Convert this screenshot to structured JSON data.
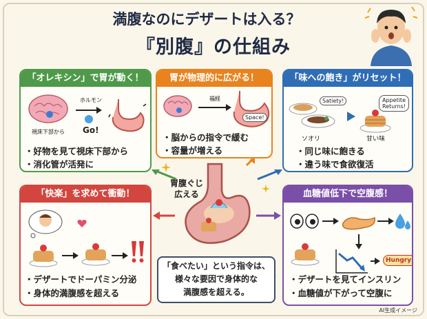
{
  "title": {
    "line1": "満腹なのにデザートは入る？",
    "line2": "『別腹』の仕組み"
  },
  "panels": {
    "orexin": {
      "header": "「オレキシン」で胃が動く！",
      "labels": {
        "hormone": "ホルモン",
        "go": "Go!",
        "hypothalamus": "視床下部から"
      },
      "bullets": [
        "・好物を見て視床下部から",
        "・消化管が活発に"
      ]
    },
    "physical": {
      "header": "胃が物理的に広がる！",
      "labels": {
        "nerve": "福経",
        "space": "Space!"
      },
      "bullets": [
        "・脳からの指令で緩む",
        "・容量が増える"
      ]
    },
    "taste": {
      "header": "「味への飽き」がリセット！",
      "labels": {
        "satiety": "Satiety!",
        "appetite": "Appetite Returns!",
        "salty": "ソオリ",
        "sweet": "甘い味"
      },
      "bullets": [
        "・同じ味に飽きる",
        "・違う味で食欲復活"
      ]
    },
    "pleasure": {
      "header": "「快楽」を求めて衝動！",
      "bullets": [
        "・デザートでドーパミン分泌",
        "・身体的満腹感を超える"
      ]
    },
    "blood_sugar": {
      "header": "血糖値低下で空腹感！",
      "labels": {
        "hungry": "Hungry!"
      },
      "bullets": [
        "・デザートを見てインスリン",
        "・血糖値が下がって空腹に"
      ]
    }
  },
  "center": {
    "stomach_label": [
      "胃腹ぐじ",
      "広える"
    ],
    "summary": [
      "「食べたい」という指令は、",
      "様々な要因で身体的な",
      "満腹感を超える。"
    ]
  },
  "credit": "AI生成イメージ",
  "colors": {
    "green": "#4e9a4a",
    "orange": "#e8831e",
    "blue": "#2f6db5",
    "red": "#d2463f",
    "purple": "#7a4fa8",
    "navy": "#1f2a44"
  }
}
